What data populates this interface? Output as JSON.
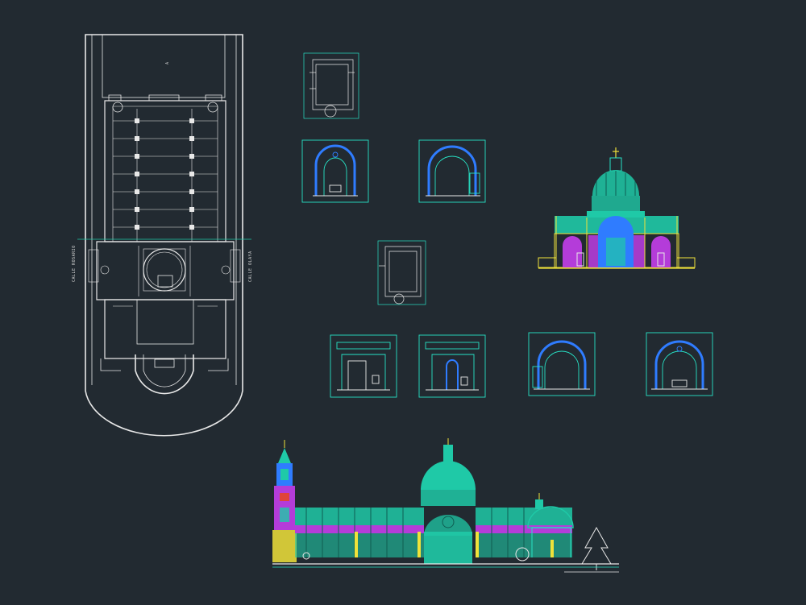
{
  "viewer": {
    "background": "#222a31"
  },
  "colors": {
    "white": "#e8e8e8",
    "cyan": "#27e3c6",
    "teal": "#1fc9a7",
    "blue": "#2f7cff",
    "magenta": "#b43cd9",
    "yellow": "#f0e23a",
    "red": "#e0443a",
    "orange": "#ffb000"
  },
  "plan": {
    "label_left": "CALLE ROSARIO",
    "label_right": "CALLE OLAYA",
    "label_top": "A"
  }
}
